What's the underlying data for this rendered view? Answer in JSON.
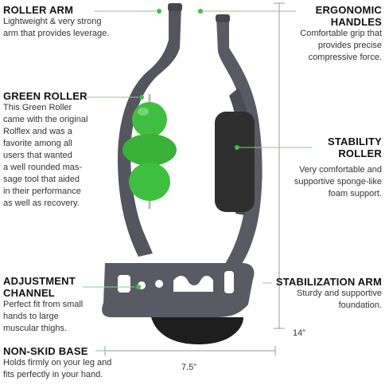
{
  "callouts": {
    "roller_arm": {
      "title": "ROLLER ARM",
      "lines": [
        "Lightweight & very strong",
        "arm that provides leverage."
      ]
    },
    "green_roller": {
      "title": "GREEN ROLLER",
      "lines": [
        "This Green Roller",
        "came with the original",
        "Rolflex and was a",
        "favorite among all",
        "users that wanted",
        "a well rounded mas-",
        "sage tool that aided",
        "in their performance",
        "as well as recovery."
      ]
    },
    "adjustment_channel": {
      "title_lines": [
        "ADJUSTMENT",
        "CHANNEL"
      ],
      "lines": [
        "Perfect fit from small",
        "hands to large",
        "muscular thighs."
      ]
    },
    "non_skid_base": {
      "title": "NON-SKID BASE",
      "lines": [
        "Holds firmly on your leg and",
        "fits perfectly in your hand."
      ]
    },
    "ergonomic_handles": {
      "title_lines": [
        "ERGONOMIC",
        "HANDLES"
      ],
      "lines": [
        "Comfortable grip that",
        "provides precise",
        "compressive force."
      ]
    },
    "stability_roller": {
      "title_lines": [
        "STABILITY",
        "ROLLER"
      ],
      "lines": [
        "Very comfortable and",
        "supportive sponge-like",
        "foam support."
      ]
    },
    "stabilization_arm": {
      "title": "STABILIZATION ARM",
      "lines": [
        "Sturdy and supportive",
        "foundation."
      ]
    }
  },
  "dimensions": {
    "height": "14”",
    "width": "7.5”"
  },
  "colors": {
    "accent": "#3fbf3f",
    "frame": "#55555f",
    "roller": "#2f2f2f",
    "leader": "#8bc98b"
  }
}
